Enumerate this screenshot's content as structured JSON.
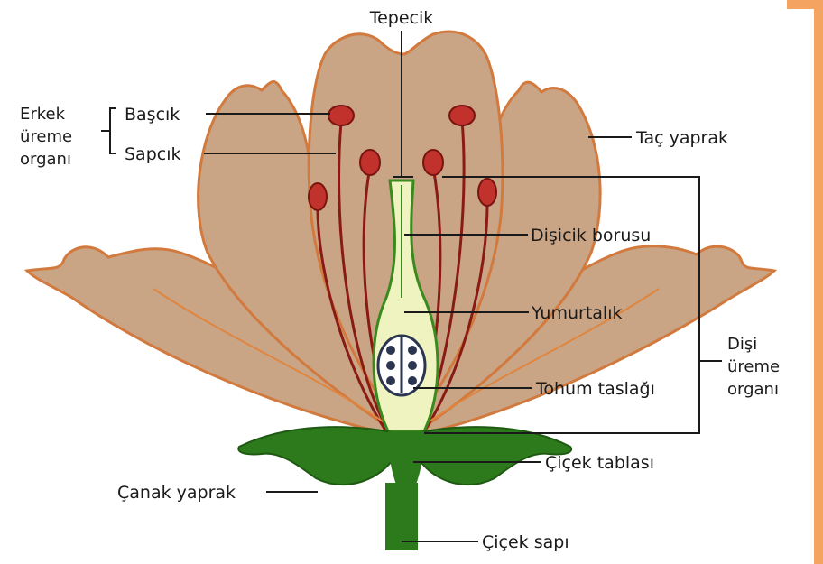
{
  "diagram": {
    "labels": {
      "tepecik": "Tepecik",
      "erkek_1": "Erkek",
      "erkek_2": "üreme",
      "erkek_3": "organı",
      "bascik": "Başcık",
      "sapcik": "Sapcık",
      "tac_yaprak": "Taç yaprak",
      "disicik_borusu": "Dişicik borusu",
      "yumurtalik": "Yumurtalık",
      "disi_1": "Dişi",
      "disi_2": "üreme",
      "disi_3": "organı",
      "tohum_taslagi": "Tohum taslağı",
      "cicek_tablasi": "Çiçek tablası",
      "canak_yaprak": "Çanak yaprak",
      "cicek_sapi": "Çiçek sapı"
    },
    "colors": {
      "petal_fill": "#c9a586",
      "petal_edge": "#d27a3e",
      "filament": "#8a1a14",
      "anther": "#c0322b",
      "pistil_fill": "#eef3c0",
      "pistil_edge": "#3b8a1e",
      "sepal": "#2d7a1c",
      "ovule": "#2a3550",
      "frame": "#f4a460"
    }
  }
}
